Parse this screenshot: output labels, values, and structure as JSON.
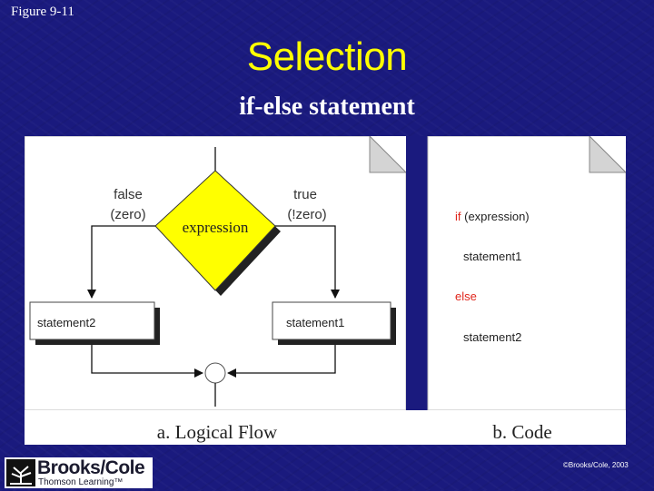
{
  "figure_label": "Figure 9-11",
  "title": "Selection",
  "subtitle": "if-else statement",
  "logical_flow": {
    "decision": "expression",
    "false_label": "false",
    "false_sub": "(zero)",
    "true_label": "true",
    "true_sub": "(!zero)",
    "false_statement": "statement2",
    "true_statement": "statement1",
    "caption": "a. Logical Flow"
  },
  "code": {
    "lines": [
      {
        "keyword": "if",
        "rest": " (expression)"
      },
      {
        "keyword": "",
        "rest": "statement1"
      },
      {
        "keyword": "else",
        "rest": ""
      },
      {
        "keyword": "",
        "rest": "statement2"
      }
    ],
    "caption": "b. Code"
  },
  "logo": {
    "name": "Brooks/Cole",
    "sub": "Thomson Learning™"
  },
  "copyright": "©Brooks/Cole, 2003",
  "colors": {
    "background": "#1a1a7e",
    "title": "#ffff00",
    "diamond": "#ffff00",
    "keyword": "#e0261c"
  }
}
